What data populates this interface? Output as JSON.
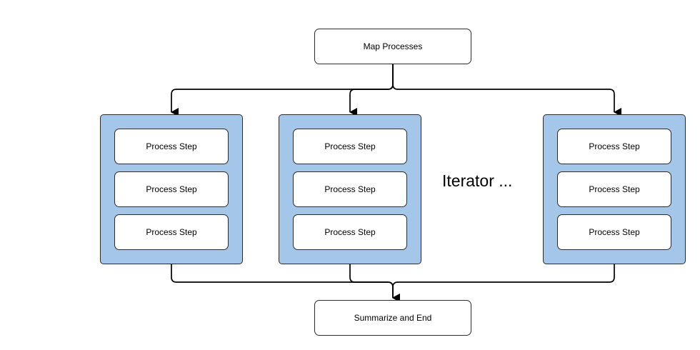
{
  "diagram": {
    "start": {
      "label": "Map Processes"
    },
    "end": {
      "label": "Summarize and End"
    },
    "iterator_label": "Iterator ...",
    "groups": [
      {
        "steps": [
          "Process Step",
          "Process Step",
          "Process Step"
        ]
      },
      {
        "steps": [
          "Process Step",
          "Process Step",
          "Process Step"
        ]
      },
      {
        "steps": [
          "Process Step",
          "Process Step",
          "Process Step"
        ]
      }
    ]
  },
  "colors": {
    "group_fill": "#a4c6e8",
    "box_fill": "#ffffff",
    "stroke": "#000000"
  }
}
